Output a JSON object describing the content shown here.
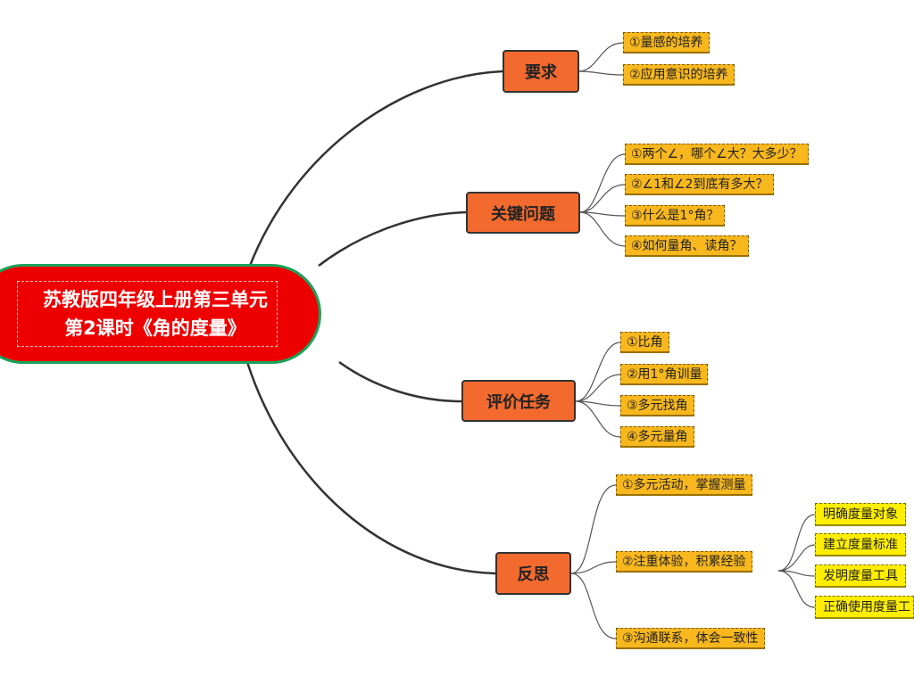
{
  "center": {
    "line1": "苏教版四年级上册第三单元",
    "line2": "第2课时《角的度量》"
  },
  "branches": [
    {
      "label": "要求",
      "items": [
        "①量感的培养",
        "②应用意识的培养"
      ]
    },
    {
      "label": "关键问题",
      "items": [
        "①两个∠，哪个∠大？大多少？",
        "②∠1和∠2到底有多大？",
        "③什么是1°角？",
        "④如何量角、读角？"
      ]
    },
    {
      "label": "评价任务",
      "items": [
        "①比角",
        "②用1°角训量",
        "③多元找角",
        "④多元量角"
      ]
    },
    {
      "label": "反思",
      "items": [
        "①多元活动，掌握测量",
        "②注重体验，积累经验",
        "③沟通联系，体会一致性"
      ],
      "sub_items": [
        "明确度量对象",
        "建立度量标准",
        "发明度量工具",
        "正确使用度量工"
      ]
    }
  ],
  "colors": {
    "center_fill": "#ee0000",
    "center_border": "#1aa35a",
    "branch_fill": "#f26a2e",
    "leaf_fill": "#f7b71d",
    "subleaf_fill": "#ffee00",
    "line": "#333333"
  }
}
